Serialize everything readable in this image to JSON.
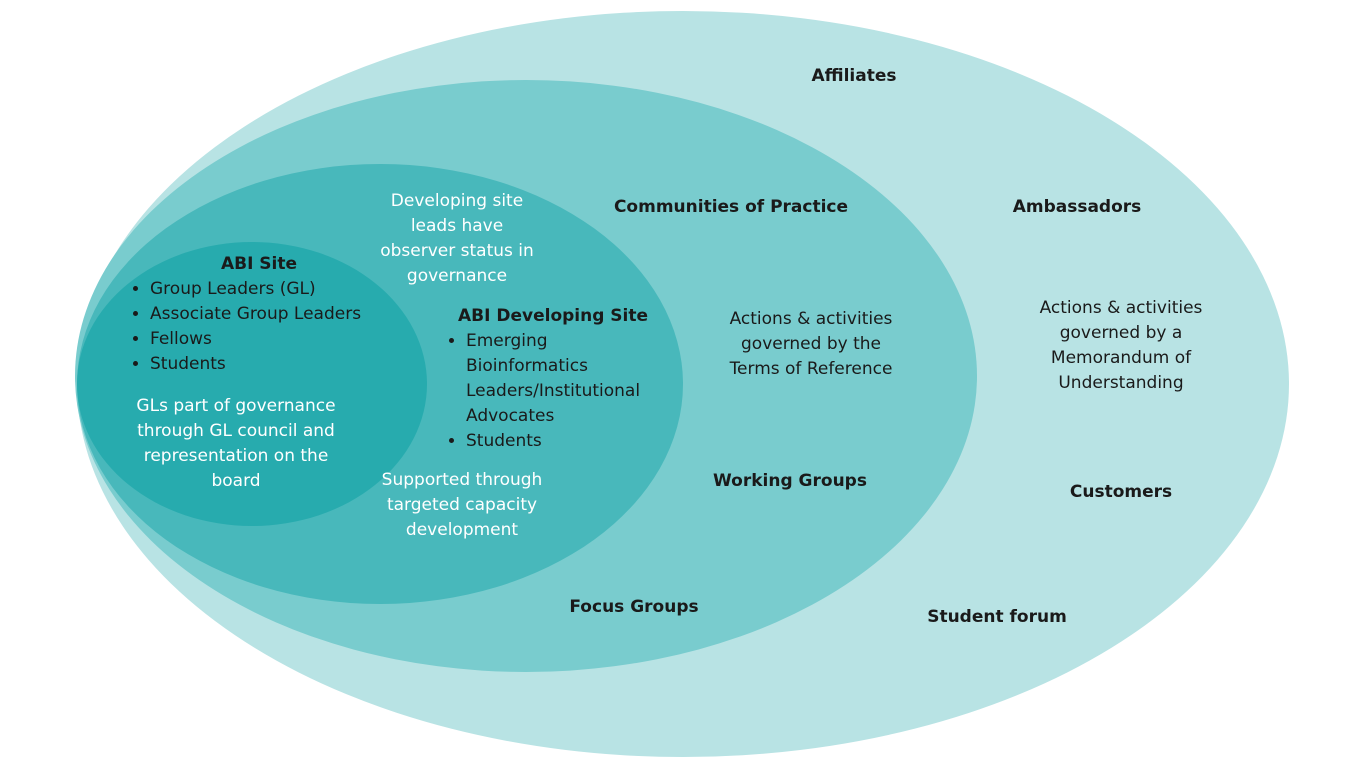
{
  "colors": {
    "outer": "#b8e3e4",
    "middle": "#79ccce",
    "developing": "#48b8bb",
    "core": "#27abae"
  },
  "outer": {
    "affiliates": "Affiliates",
    "ambassadors": "Ambassadors",
    "mou_text": "Actions & activities governed by  a Memorandum of Understanding",
    "customers": "Customers",
    "student_forum": "Student forum"
  },
  "middle": {
    "communities": "Communities of Practice",
    "tor_text": "Actions & activities governed by  the Terms of Reference",
    "working_groups": "Working Groups",
    "focus_groups": "Focus Groups"
  },
  "developing": {
    "observer_text": "Developing site leads have observer status in governance",
    "title": "ABI Developing Site",
    "items": [
      "Emerging Bioinformatics Leaders/Institutional Advocates",
      "Students"
    ],
    "support_text": "Supported through targeted capacity development"
  },
  "core": {
    "title": "ABI Site",
    "items": [
      "Group Leaders (GL)",
      "Associate Group Leaders",
      "Fellows",
      "Students"
    ],
    "governance_text": "GLs part of governance through GL council and representation on the board"
  }
}
